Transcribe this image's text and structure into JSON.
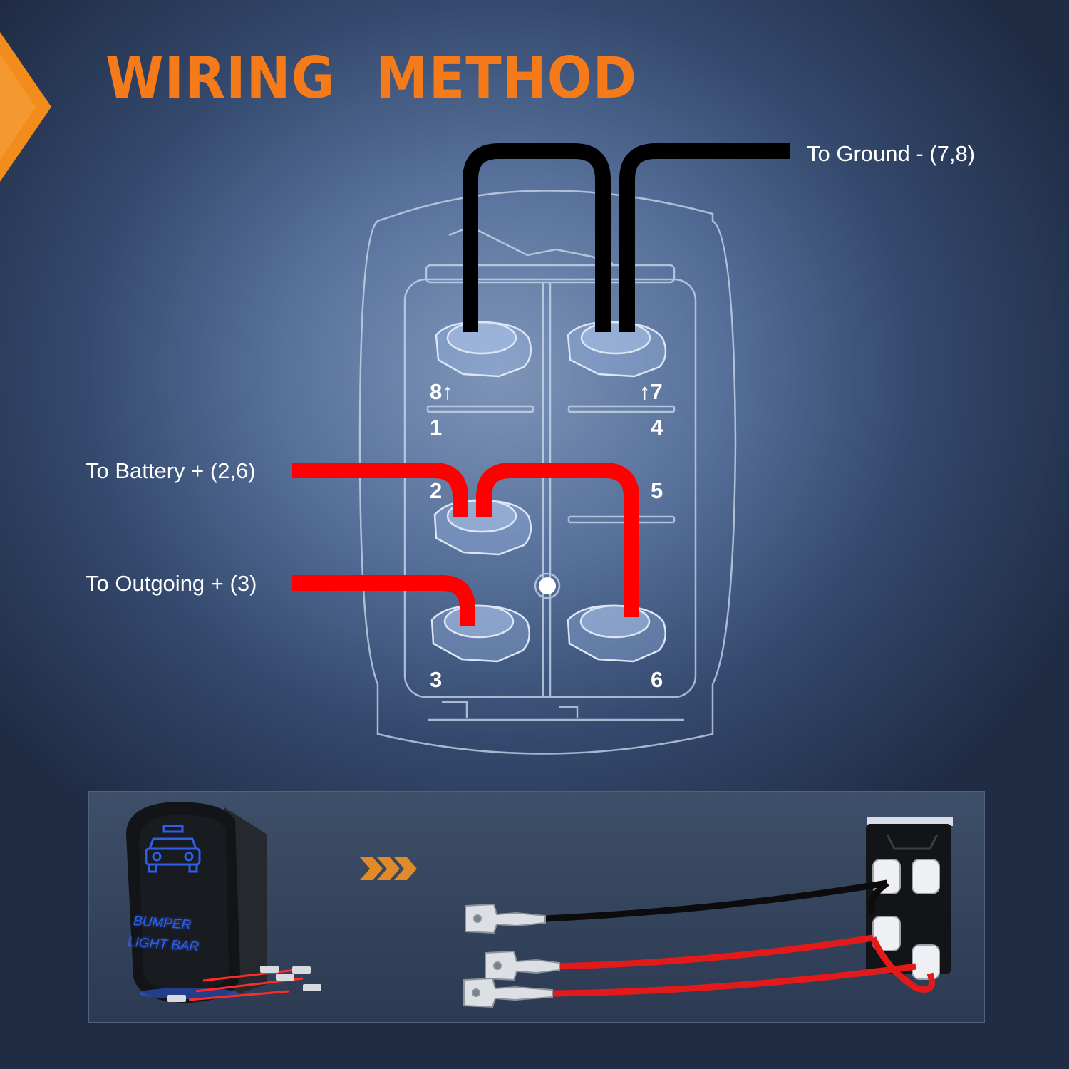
{
  "title": "WIRING   METHOD",
  "labels": {
    "ground": "To Ground - (7,8)",
    "battery": "To Battery + (2,6)",
    "outgoing": "To Outgoing + (3)"
  },
  "pins": {
    "p8": "8↑",
    "p7": "↑7",
    "p1": "1",
    "p4": "4",
    "p2": "2",
    "p5": "5",
    "p3": "3",
    "p6": "6"
  },
  "switch_face": {
    "line1": "BUMPER",
    "line2": "LIGHT BAR"
  },
  "colors": {
    "title": "#f47a1a",
    "ground_wire": "#000000",
    "power_wire": "#ff0000",
    "switch_led": "#2f5ee8"
  }
}
